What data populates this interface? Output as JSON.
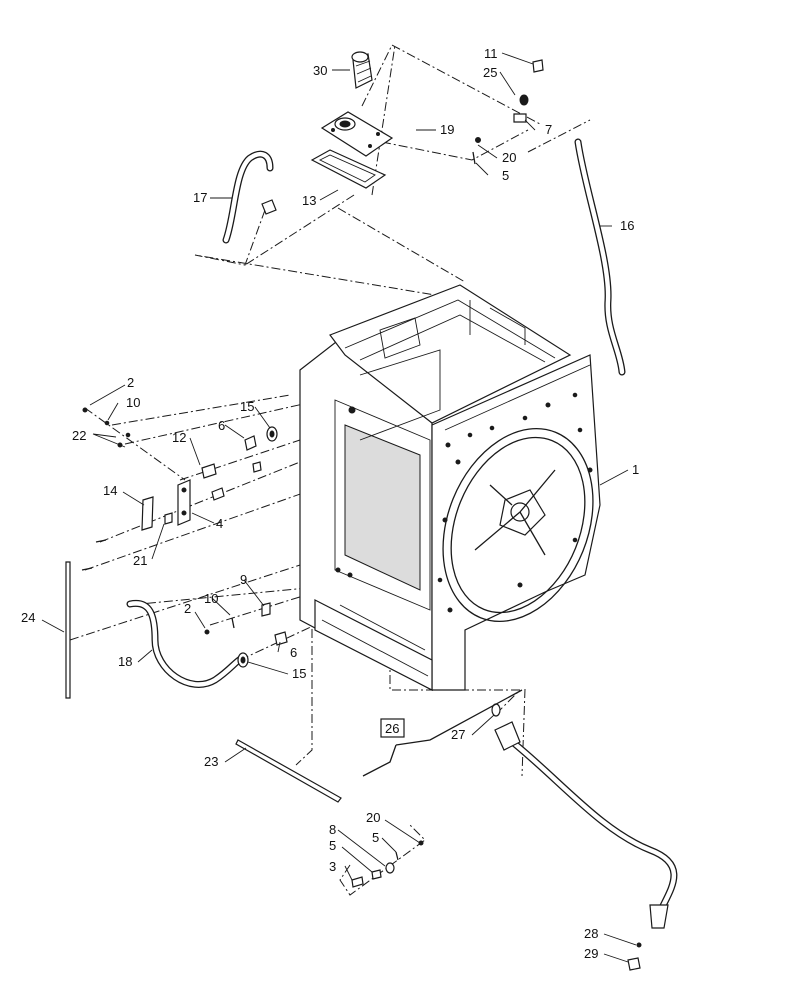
{
  "callouts": [
    {
      "id": "c1",
      "text": "1"
    },
    {
      "id": "c2a",
      "text": "2"
    },
    {
      "id": "c2b",
      "text": "2"
    },
    {
      "id": "c3",
      "text": "3"
    },
    {
      "id": "c4",
      "text": "4"
    },
    {
      "id": "c5a",
      "text": "5"
    },
    {
      "id": "c5b",
      "text": "5"
    },
    {
      "id": "c5c",
      "text": "5"
    },
    {
      "id": "c6a",
      "text": "6"
    },
    {
      "id": "c6b",
      "text": "6"
    },
    {
      "id": "c7",
      "text": "7"
    },
    {
      "id": "c8",
      "text": "8"
    },
    {
      "id": "c9",
      "text": "9"
    },
    {
      "id": "c10a",
      "text": "10"
    },
    {
      "id": "c10b",
      "text": "10"
    },
    {
      "id": "c11",
      "text": "11"
    },
    {
      "id": "c12",
      "text": "12"
    },
    {
      "id": "c13",
      "text": "13"
    },
    {
      "id": "c14",
      "text": "14"
    },
    {
      "id": "c15a",
      "text": "15"
    },
    {
      "id": "c15b",
      "text": "15"
    },
    {
      "id": "c16",
      "text": "16"
    },
    {
      "id": "c17",
      "text": "17"
    },
    {
      "id": "c18",
      "text": "18"
    },
    {
      "id": "c19",
      "text": "19"
    },
    {
      "id": "c20a",
      "text": "20"
    },
    {
      "id": "c20b",
      "text": "20"
    },
    {
      "id": "c21",
      "text": "21"
    },
    {
      "id": "c22",
      "text": "22"
    },
    {
      "id": "c23",
      "text": "23"
    },
    {
      "id": "c24",
      "text": "24"
    },
    {
      "id": "c25",
      "text": "25"
    },
    {
      "id": "c26",
      "text": "26"
    },
    {
      "id": "c27",
      "text": "27"
    },
    {
      "id": "c28",
      "text": "28"
    },
    {
      "id": "c29",
      "text": "29"
    },
    {
      "id": "c30",
      "text": "30"
    }
  ]
}
